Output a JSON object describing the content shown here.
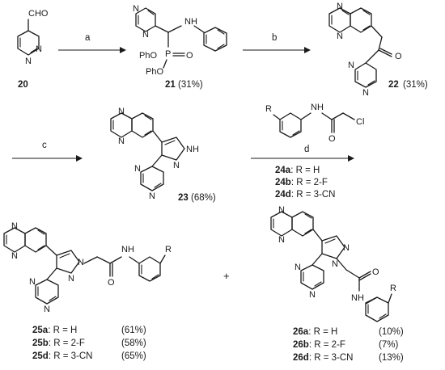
{
  "reagents": {
    "a": "a",
    "b": "b",
    "c": "c",
    "d": "d"
  },
  "atoms": {
    "cho": "CHO",
    "n": "N",
    "nh": "NH",
    "o": "O",
    "p": "P",
    "pho": "PhO",
    "cl": "Cl",
    "r": "R",
    "h": "H"
  },
  "compounds": {
    "c20": {
      "num": "20"
    },
    "c21": {
      "num": "21",
      "yield": "(31%)"
    },
    "c22": {
      "num": "22",
      "yield": "(31%)"
    },
    "c23": {
      "num": "23",
      "yield": "(68%)"
    },
    "c24": [
      {
        "num": "24a",
        "sub": ": R = H"
      },
      {
        "num": "24b",
        "sub": ": R = 2-F"
      },
      {
        "num": "24d",
        "sub": ": R = 3-CN"
      }
    ],
    "c25": [
      {
        "num": "25a",
        "sub": ": R = H",
        "yield": "(61%)"
      },
      {
        "num": "25b",
        "sub": ": R = 2-F",
        "yield": "(58%)"
      },
      {
        "num": "25d",
        "sub": ": R = 3-CN",
        "yield": "(65%)"
      }
    ],
    "c26": [
      {
        "num": "26a",
        "sub": ": R = H",
        "yield": "(10%)"
      },
      {
        "num": "26b",
        "sub": ": R = 2-F",
        "yield": "(7%)"
      },
      {
        "num": "26d",
        "sub": ": R = 3-CN",
        "yield": "(13%)"
      }
    ]
  },
  "plus": "+"
}
